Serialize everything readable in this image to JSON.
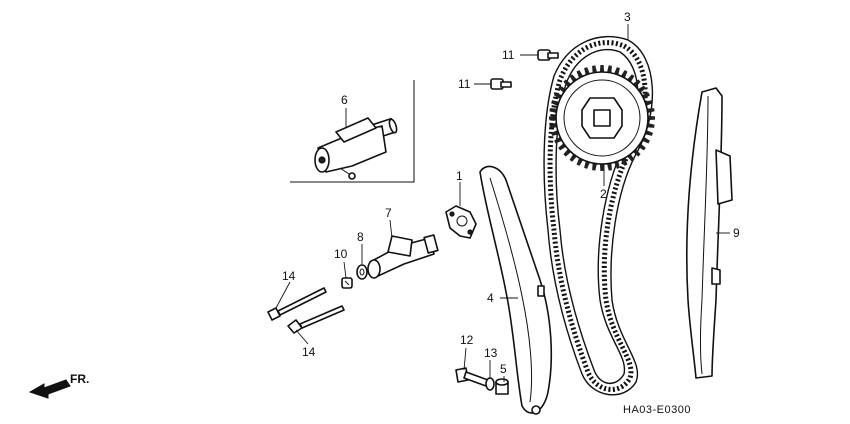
{
  "callouts": [
    {
      "id": "1",
      "label": "1"
    },
    {
      "id": "2",
      "label": "2"
    },
    {
      "id": "3",
      "label": "3"
    },
    {
      "id": "4",
      "label": "4"
    },
    {
      "id": "5",
      "label": "5"
    },
    {
      "id": "6",
      "label": "6"
    },
    {
      "id": "7",
      "label": "7"
    },
    {
      "id": "8",
      "label": "8"
    },
    {
      "id": "9",
      "label": "9"
    },
    {
      "id": "10",
      "label": "10"
    },
    {
      "id": "11a",
      "label": "11"
    },
    {
      "id": "11b",
      "label": "11"
    },
    {
      "id": "12",
      "label": "12"
    },
    {
      "id": "13",
      "label": "13"
    },
    {
      "id": "14a",
      "label": "14"
    },
    {
      "id": "14b",
      "label": "14"
    }
  ],
  "front_indicator": "FR.",
  "diagram_code": "HA03-E0300"
}
